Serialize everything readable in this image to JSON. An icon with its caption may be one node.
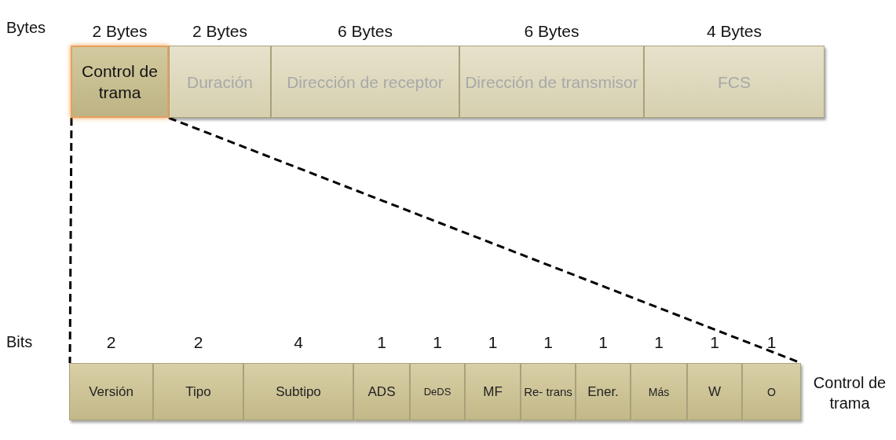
{
  "diagram": {
    "nodes": [
      {
        "text": [
          "Control de trama"
        ],
        "beside": [
          "2 Bytes"
        ]
      },
      {
        "text": [
          "Duración"
        ],
        "beside": [
          "2 Bytes"
        ]
      },
      {
        "text": [
          "Dirección de receptor"
        ],
        "beside": [
          "6 Bytes"
        ]
      },
      {
        "text": [
          "Dirección de transmisor"
        ],
        "beside": [
          "6 Bytes"
        ]
      },
      {
        "text": [
          "FCS"
        ],
        "beside": [
          "4 Bytes"
        ]
      },
      {
        "text": [
          "Control de trama"
        ]
      },
      {
        "text": [
          "Versión"
        ],
        "in": 5,
        "beside": [
          "2"
        ]
      },
      {
        "text": [
          "Tipo"
        ],
        "in": 5,
        "beside": [
          "2"
        ]
      },
      {
        "text": [
          "Subtipo"
        ],
        "in": 5,
        "beside": [
          "4"
        ]
      },
      {
        "text": [
          "ADS"
        ],
        "in": 5,
        "beside": [
          "1"
        ]
      },
      {
        "text": [
          "DeDS"
        ],
        "in": 5,
        "beside": [
          "1"
        ]
      },
      {
        "text": [
          "MF"
        ],
        "in": 5,
        "beside": [
          "1"
        ]
      },
      {
        "text": [
          "Re- trans"
        ],
        "in": 5,
        "beside": [
          "1"
        ]
      },
      {
        "text": [
          "Ener."
        ],
        "in": 5,
        "beside": [
          "1"
        ]
      },
      {
        "text": [
          "Más"
        ],
        "in": 5,
        "beside": [
          "1"
        ]
      },
      {
        "text": [
          "W"
        ],
        "in": 5,
        "beside": [
          "1"
        ]
      },
      {
        "text": [
          "O"
        ],
        "in": 5,
        "beside": [
          "1"
        ]
      }
    ],
    "edges": [
      {
        "from": 0,
        "to": 5,
        "arrow": "none",
        "style": "dashed"
      },
      {
        "from": 0,
        "to": 5,
        "arrow": "none",
        "style": "dashed"
      }
    ],
    "labels": [
      "Bytes",
      "Bits"
    ]
  }
}
